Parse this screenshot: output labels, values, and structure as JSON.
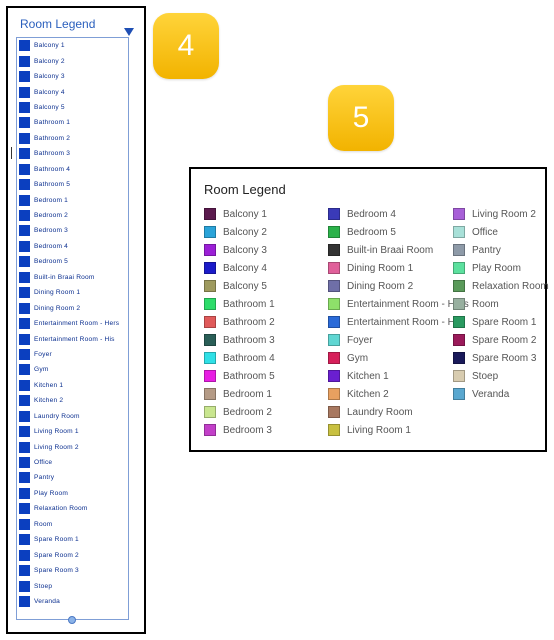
{
  "left_legend": {
    "title": "Room Legend",
    "swatch_color": "#0b3fbf",
    "items": [
      "Balcony 1",
      "Balcony 2",
      "Balcony 3",
      "Balcony 4",
      "Balcony 5",
      "Bathroom 1",
      "Bathroom 2",
      "Bathroom 3",
      "Bathroom 4",
      "Bathroom 5",
      "Bedroom 1",
      "Bedroom 2",
      "Bedroom 3",
      "Bedroom 4",
      "Bedroom 5",
      "Built-in Braai Room",
      "Dining Room 1",
      "Dining Room 2",
      "Entertainment Room - Hers",
      "Entertainment Room - His",
      "Foyer",
      "Gym",
      "Kitchen 1",
      "Kitchen 2",
      "Laundry Room",
      "Living Room 1",
      "Living Room 2",
      "Office",
      "Pantry",
      "Play Room",
      "Relaxation Room",
      "Room",
      "Spare Room 1",
      "Spare Room 2",
      "Spare Room 3",
      "Stoep",
      "Veranda"
    ]
  },
  "badges": {
    "left": "4",
    "right": "5"
  },
  "right_legend": {
    "title": "Room Legend",
    "columns": [
      [
        {
          "label": "Balcony 1",
          "color": "#5b1a4e"
        },
        {
          "label": "Balcony 2",
          "color": "#2aa3d8"
        },
        {
          "label": "Balcony 3",
          "color": "#9b1fd6"
        },
        {
          "label": "Balcony 4",
          "color": "#1b1bc9"
        },
        {
          "label": "Balcony 5",
          "color": "#9e9a5e"
        },
        {
          "label": "Bathroom 1",
          "color": "#2ddc6a"
        },
        {
          "label": "Bathroom 2",
          "color": "#e05a5a"
        },
        {
          "label": "Bathroom 3",
          "color": "#2a5e57"
        },
        {
          "label": "Bathroom 4",
          "color": "#2fe0e6"
        },
        {
          "label": "Bathroom 5",
          "color": "#e81ee3"
        },
        {
          "label": "Bedroom 1",
          "color": "#b59b86"
        },
        {
          "label": "Bedroom 2",
          "color": "#c9e68f"
        },
        {
          "label": "Bedroom 3",
          "color": "#c23fc8"
        }
      ],
      [
        {
          "label": "Bedroom 4",
          "color": "#3a3ab8"
        },
        {
          "label": "Bedroom 5",
          "color": "#2bb24a"
        },
        {
          "label": "Built-in Braai Room",
          "color": "#333333"
        },
        {
          "label": "Dining Room 1",
          "color": "#e0609a"
        },
        {
          "label": "Dining Room 2",
          "color": "#6f6fa8"
        },
        {
          "label": "Entertainment Room - Hers",
          "color": "#8ee06a"
        },
        {
          "label": "Entertainment Room - His",
          "color": "#2a6ad8"
        },
        {
          "label": "Foyer",
          "color": "#5fd6d2"
        },
        {
          "label": "Gym",
          "color": "#d6205a"
        },
        {
          "label": "Kitchen 1",
          "color": "#6a1fd0"
        },
        {
          "label": "Kitchen 2",
          "color": "#e8a060"
        },
        {
          "label": "Laundry Room",
          "color": "#a87860"
        },
        {
          "label": "Living Room 1",
          "color": "#c8c040"
        }
      ],
      [
        {
          "label": "Living Room 2",
          "color": "#a860d8"
        },
        {
          "label": "Office",
          "color": "#a8e0d8"
        },
        {
          "label": "Pantry",
          "color": "#8e9aa8"
        },
        {
          "label": "Play Room",
          "color": "#5ce09e"
        },
        {
          "label": "Relaxation Room",
          "color": "#5a9a5a"
        },
        {
          "label": "Room",
          "color": "#98b0a0"
        },
        {
          "label": "Spare Room 1",
          "color": "#2a9a60"
        },
        {
          "label": "Spare Room 2",
          "color": "#9a1a5a"
        },
        {
          "label": "Spare Room 3",
          "color": "#1a1a5a"
        },
        {
          "label": "Stoep",
          "color": "#d8ccb0"
        },
        {
          "label": "Veranda",
          "color": "#5aa8d0"
        }
      ]
    ]
  }
}
